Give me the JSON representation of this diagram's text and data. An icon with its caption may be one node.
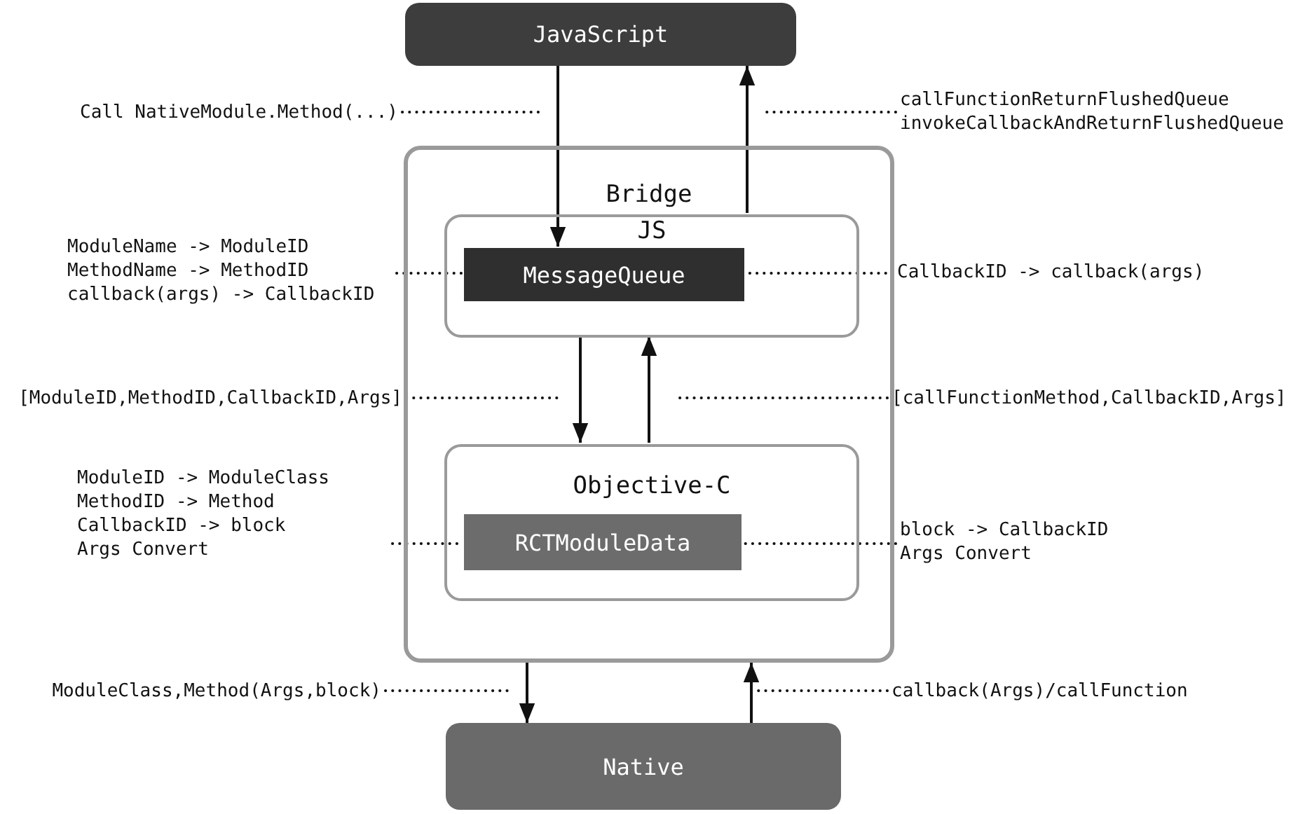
{
  "diagram": {
    "nodes": [
      {
        "text": [
          "JavaScript"
        ]
      },
      {
        "text": [
          "Bridge"
        ]
      },
      {
        "text": [
          "JS"
        ],
        "in": 1
      },
      {
        "text": [
          "MessageQueue"
        ],
        "in": 2
      },
      {
        "text": [
          "Objective-C"
        ],
        "in": 1
      },
      {
        "text": [
          "RCTModuleData"
        ],
        "in": 4
      },
      {
        "text": [
          "Native"
        ]
      },
      {
        "text": [
          "Call NativeModule.Method(...)"
        ]
      },
      {
        "text": [
          "callFunctionReturnFlushedQueue",
          "invokeCallbackAndReturnFlushedQueue"
        ]
      },
      {
        "text": [
          "ModuleName -> ModuleID",
          "MethodName -> MethodID",
          "callback(args) -> CallbackID"
        ]
      },
      {
        "text": [
          "CallbackID -> callback(args)"
        ]
      },
      {
        "text": [
          "[ModuleID,MethodID,CallbackID,Args]"
        ]
      },
      {
        "text": [
          "[callFunctionMethod,CallbackID,Args]"
        ]
      },
      {
        "text": [
          "ModuleID -> ModuleClass",
          "MethodID -> Method",
          "CallbackID -> block",
          "Args Convert"
        ]
      },
      {
        "text": [
          "block -> CallbackID",
          "Args Convert"
        ]
      },
      {
        "text": [
          "ModuleClass,Method(Args,block)"
        ]
      },
      {
        "text": [
          "callback(Args)/callFunction"
        ]
      }
    ],
    "edges": [
      {
        "from": 0,
        "to": 3,
        "arrow": "to"
      },
      {
        "from": 2,
        "to": 0,
        "arrow": "to"
      },
      {
        "from": 2,
        "to": 4,
        "arrow": "to"
      },
      {
        "from": 4,
        "to": 2,
        "arrow": "to"
      },
      {
        "from": 1,
        "to": 6,
        "arrow": "to"
      },
      {
        "from": 6,
        "to": 1,
        "arrow": "to"
      },
      {
        "from": 7,
        "to": null,
        "arrow": "none",
        "style": "dashed"
      },
      {
        "from": 8,
        "to": null,
        "arrow": "none",
        "style": "dashed"
      },
      {
        "from": 9,
        "to": 3,
        "arrow": "none",
        "style": "dashed"
      },
      {
        "from": 10,
        "to": 3,
        "arrow": "none",
        "style": "dashed"
      },
      {
        "from": 11,
        "to": null,
        "arrow": "none",
        "style": "dashed"
      },
      {
        "from": 12,
        "to": null,
        "arrow": "none",
        "style": "dashed"
      },
      {
        "from": 13,
        "to": 5,
        "arrow": "none",
        "style": "dashed"
      },
      {
        "from": 14,
        "to": 5,
        "arrow": "none",
        "style": "dashed"
      },
      {
        "from": 15,
        "to": null,
        "arrow": "none",
        "style": "dashed"
      },
      {
        "from": 16,
        "to": null,
        "arrow": "none",
        "style": "dashed"
      }
    ]
  }
}
